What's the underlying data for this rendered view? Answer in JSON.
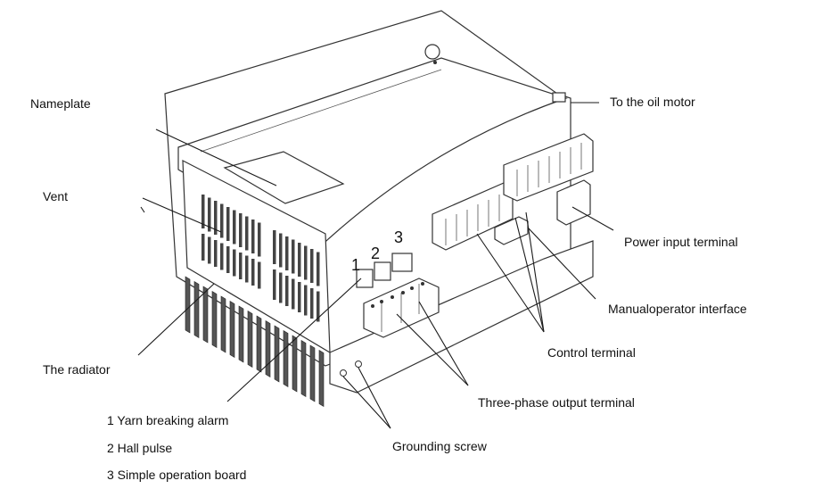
{
  "labels": {
    "nameplate": "Nameplate",
    "vent": "Vent",
    "radiator": "The radiator",
    "oil_motor": "To the oil motor",
    "power_input": "Power input terminal",
    "manual_operator": "Manualoperator interface",
    "control_terminal": "Control terminal",
    "three_phase": "Three-phase output terminal",
    "grounding": "Grounding screw"
  },
  "legend": [
    "1 Yarn breaking alarm",
    "2 Hall pulse",
    "3 Simple operation board"
  ],
  "connector_numbers": [
    "1",
    "2",
    "3"
  ]
}
